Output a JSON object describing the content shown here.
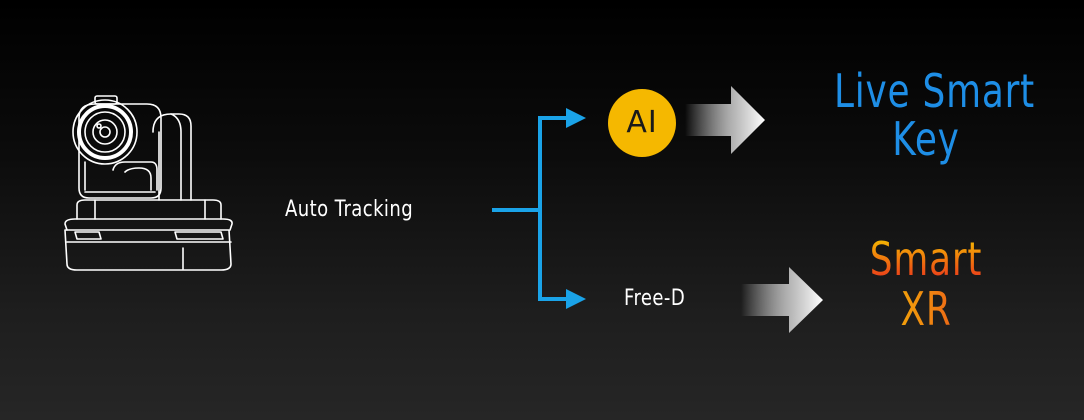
{
  "labels": {
    "auto_tracking": "Auto Tracking",
    "ai_badge": "AI",
    "free_d": "Free-D"
  },
  "outputs": {
    "live_smart_key": {
      "line1": "Live Smart",
      "line2": "Key"
    },
    "smart_xr": {
      "line1": "Smart",
      "line2": "XR"
    }
  },
  "colors": {
    "connector": "#1aa3e8",
    "ai_badge_fill": "#f5b800",
    "ai_badge_text": "#1a1a1a",
    "live_smart_key_text": "#1e8ee6",
    "smart_xr_top": "#f5c200",
    "smart_xr_bottom": "#e8301e"
  },
  "icons": {
    "camera": "ptz-camera-icon",
    "branch_arrow": "arrow-right-icon",
    "fade_arrow": "gradient-arrow-icon"
  }
}
